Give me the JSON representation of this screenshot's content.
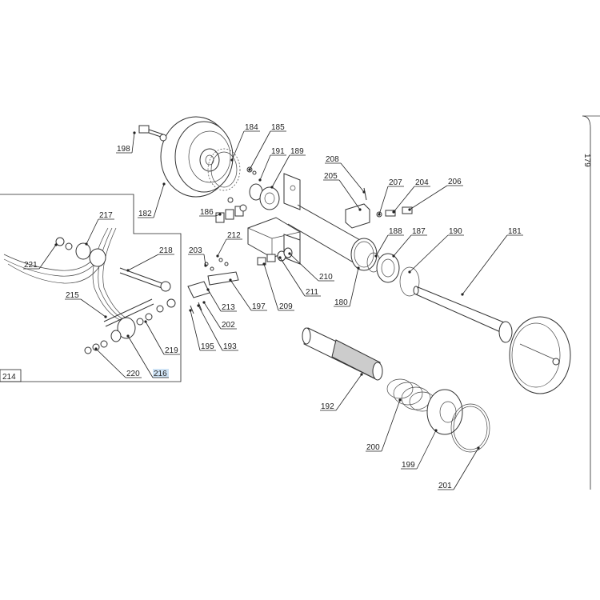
{
  "page": {
    "number": "179"
  },
  "inset": {
    "label": "214",
    "highlighted_callout": "216"
  },
  "callouts": [
    {
      "id": "c198",
      "text": "198"
    },
    {
      "id": "c182",
      "text": "182"
    },
    {
      "id": "c184",
      "text": "184"
    },
    {
      "id": "c185",
      "text": "185"
    },
    {
      "id": "c191",
      "text": "191"
    },
    {
      "id": "c189",
      "text": "189"
    },
    {
      "id": "c186",
      "text": "186"
    },
    {
      "id": "c208",
      "text": "208"
    },
    {
      "id": "c205",
      "text": "205"
    },
    {
      "id": "c207",
      "text": "207"
    },
    {
      "id": "c204",
      "text": "204"
    },
    {
      "id": "c206",
      "text": "206"
    },
    {
      "id": "c212",
      "text": "212"
    },
    {
      "id": "c203",
      "text": "203"
    },
    {
      "id": "c197",
      "text": "197"
    },
    {
      "id": "c213",
      "text": "213"
    },
    {
      "id": "c202",
      "text": "202"
    },
    {
      "id": "c195",
      "text": "195"
    },
    {
      "id": "c193",
      "text": "193"
    },
    {
      "id": "c209",
      "text": "209"
    },
    {
      "id": "c211",
      "text": "211"
    },
    {
      "id": "c210",
      "text": "210"
    },
    {
      "id": "c180",
      "text": "180"
    },
    {
      "id": "c188",
      "text": "188"
    },
    {
      "id": "c187",
      "text": "187"
    },
    {
      "id": "c190",
      "text": "190"
    },
    {
      "id": "c181",
      "text": "181"
    },
    {
      "id": "c192",
      "text": "192"
    },
    {
      "id": "c200",
      "text": "200"
    },
    {
      "id": "c199",
      "text": "199"
    },
    {
      "id": "c201",
      "text": "201"
    },
    {
      "id": "c217",
      "text": "217"
    },
    {
      "id": "c218",
      "text": "218"
    },
    {
      "id": "c221",
      "text": "221"
    },
    {
      "id": "c215",
      "text": "215"
    },
    {
      "id": "c219",
      "text": "219"
    },
    {
      "id": "c220",
      "text": "220"
    },
    {
      "id": "c216",
      "text": "216"
    }
  ]
}
